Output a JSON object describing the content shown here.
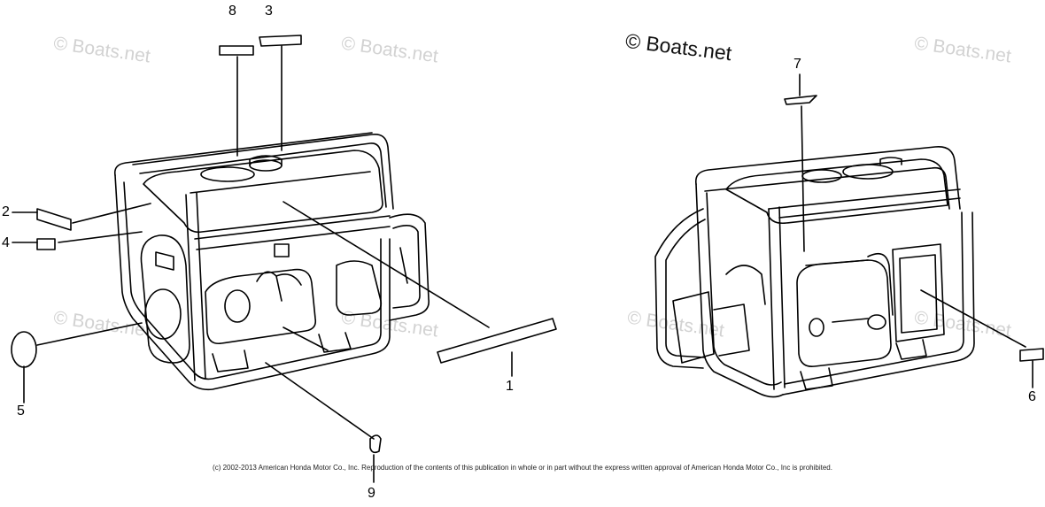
{
  "watermark": "© Boats.net",
  "brand": "© Boats.net",
  "callouts": [
    "1",
    "2",
    "3",
    "4",
    "5",
    "6",
    "7",
    "8",
    "9"
  ],
  "copyright": "(c) 2002-2013 American Honda Motor Co., Inc. Reproduction of the contents of this publication in whole or in part without the express written approval of American Honda Motor Co., Inc is prohibited."
}
